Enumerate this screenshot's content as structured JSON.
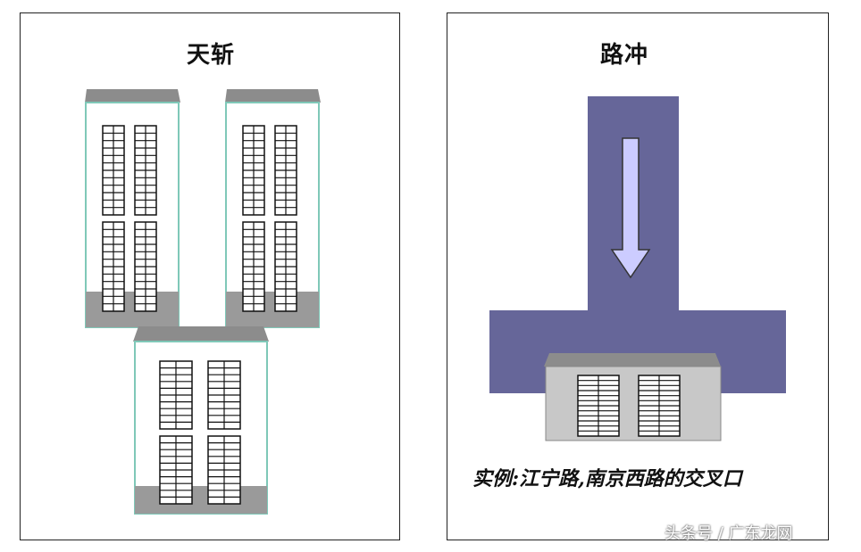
{
  "left_panel": {
    "title": "天斩"
  },
  "right_panel": {
    "title": "路冲",
    "caption": "实例:江宁路,南京西路的交叉口"
  },
  "watermark": "头条号 / 广东龙网",
  "colors": {
    "road": "#666699",
    "arrow": "#ccccff",
    "roof": "#8c8c8c",
    "base_gray": "#999999",
    "glass_edge": "#7fc8b8",
    "building_face": "#c8c8c8"
  }
}
